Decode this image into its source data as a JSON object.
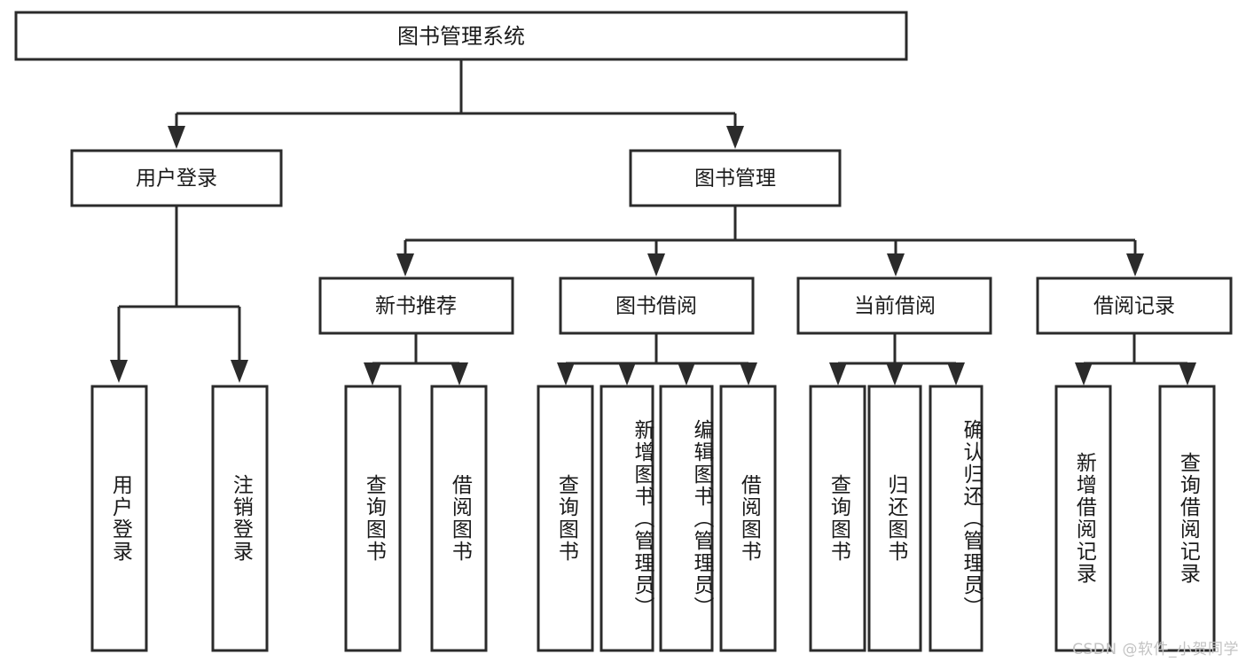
{
  "diagram": {
    "type": "tree",
    "orientation": "top-down",
    "title": "图书管理系统",
    "colors": {
      "stroke": "#2b2b2b",
      "box_fill": "#ffffff",
      "text": "#1a1a1a",
      "background": "#ffffff",
      "watermark": "#c3c3c3"
    },
    "root": {
      "label": "图书管理系统"
    },
    "level2": [
      {
        "label": "用户登录"
      },
      {
        "label": "图书管理"
      }
    ],
    "level3": [
      {
        "label": "新书推荐"
      },
      {
        "label": "图书借阅"
      },
      {
        "label": "当前借阅"
      },
      {
        "label": "借阅记录"
      }
    ],
    "leaves": {
      "user_login": [
        {
          "label": "用户登录"
        },
        {
          "label": "注销登录"
        }
      ],
      "new_book_recommend": [
        {
          "label": "查询图书"
        },
        {
          "label": "借阅图书"
        }
      ],
      "book_borrow": [
        {
          "label": "查询图书"
        },
        {
          "label": "新增图书（管理员）"
        },
        {
          "label": "编辑图书（管理员）"
        },
        {
          "label": "借阅图书"
        }
      ],
      "current_borrow": [
        {
          "label": "查询图书"
        },
        {
          "label": "归还图书"
        },
        {
          "label": "确认归还（管理员）"
        }
      ],
      "borrow_record": [
        {
          "label": "新增借阅记录"
        },
        {
          "label": "查询借阅记录"
        }
      ]
    }
  },
  "watermark": {
    "text": "CSDN @软件_小贺同学"
  }
}
